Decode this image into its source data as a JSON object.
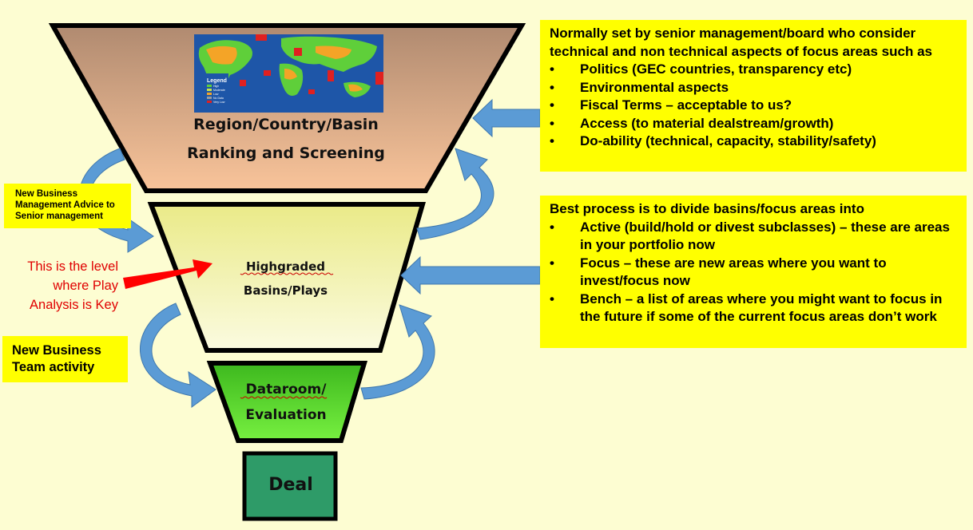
{
  "funnel": {
    "top_label_1": "Region/Country/Basin",
    "top_label_2": "Ranking and Screening",
    "middle_label_1": "Highgraded",
    "middle_label_2": "Basins/Plays",
    "bottom_label_1": "Dataroom/",
    "bottom_label_2": "Evaluation",
    "deal_label": "Deal"
  },
  "map_legend": {
    "title": "Legend",
    "items": [
      "High",
      "Moderate",
      "Low",
      "No Data",
      "Very Low"
    ]
  },
  "top_box": {
    "intro": "Normally set by senior management/board who consider technical and non technical aspects of focus areas such as",
    "bullets": [
      "Politics (GEC countries, transparency etc)",
      "Environmental aspects",
      "Fiscal Terms – acceptable to us?",
      "Access (to material dealstream/growth)",
      "Do-ability (technical, capacity, stability/safety)"
    ]
  },
  "middle_box": {
    "intro": "Best process is to divide basins/focus areas into",
    "bullets": [
      "Active (build/hold or divest subclasses) – these are areas in your portfolio now",
      "Focus – these are new areas where you want to invest/focus now",
      "Bench – a list of areas where you might want to focus in the future if some of the current focus areas don’t work"
    ]
  },
  "advice_box": "New Business Management Advice to Senior management",
  "team_box": "New Business Team activity",
  "red_note": {
    "line1": "This is the level",
    "line2": "where Play",
    "line3": "Analysis is Key"
  },
  "colors": {
    "background": "#fdfdd2",
    "callout": "#ffff00",
    "arrow_blue": "#5b9bd5",
    "note_red": "#e00000",
    "deal_green": "#2e9b68",
    "evaluation_green": "#66ee33"
  }
}
